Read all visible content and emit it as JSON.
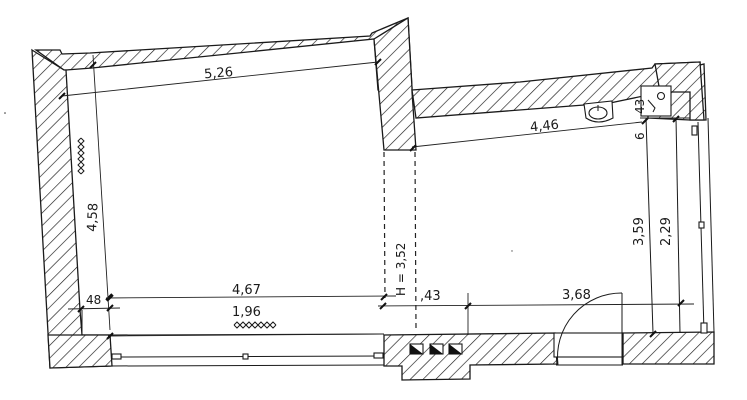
{
  "drawing": {
    "type": "architectural floor plan",
    "units": "meters",
    "colors": {
      "ink": "#1a1a1a",
      "background": "#ffffff"
    }
  },
  "dimensions": {
    "left_room_width_top": "5,26",
    "left_room_depth": "4,58",
    "left_room_width_bottom": "4,67",
    "left_wall_offset": "48",
    "window_width_left": "1,96",
    "ceiling_height": "H = 3,52",
    "opening_offset": ",43",
    "right_room_width_top": "4,46",
    "right_room_width_bottom": "3,68",
    "right_room_depth": "3,59",
    "side_depth": "2,29",
    "corner_depth": "43",
    "small_offset": "6"
  },
  "symbols": {
    "radiator_left": "radiator-symbol",
    "radiator_bottom": "radiator-symbol",
    "sink": "washbasin-symbol",
    "toilet": "wc-symbol",
    "door": "swing-door-symbol",
    "vents": "ventilation-ducts"
  }
}
